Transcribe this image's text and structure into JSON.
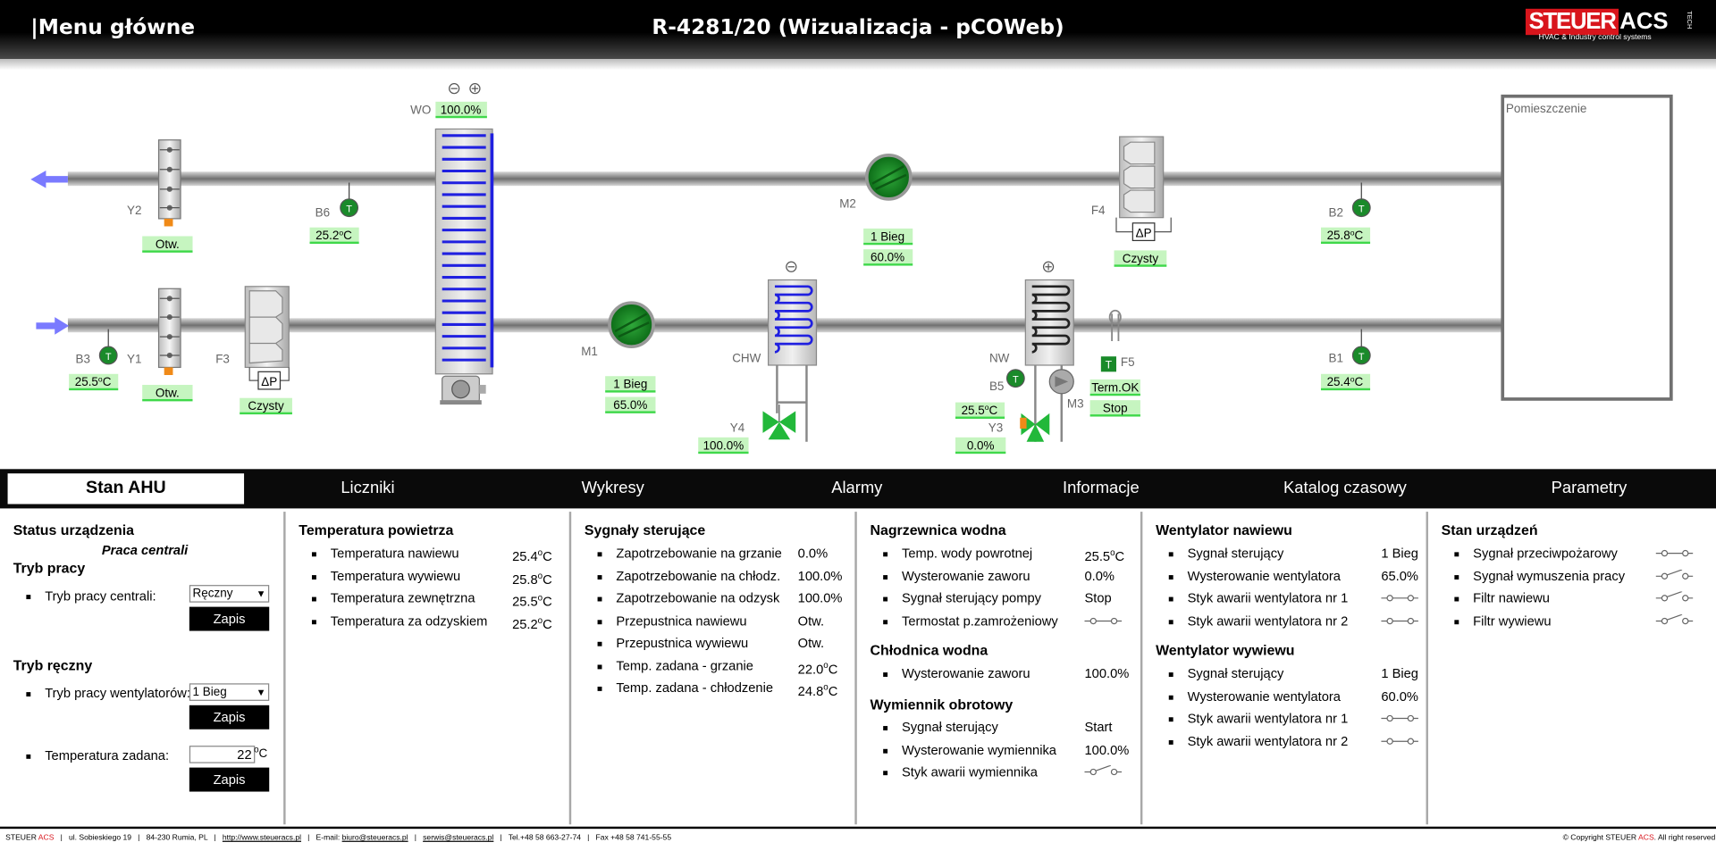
{
  "header": {
    "menu": "Menu główne",
    "title": "R-4281/20 (Wizualizacja - pCOWeb)",
    "logo_a": "STEUER",
    "logo_b": "ACS",
    "logo_sub": "HVAC & Industry   control systems",
    "logo_v": "TECH"
  },
  "diagram": {
    "room_label": "Pomieszczenie",
    "labels": {
      "wo": "WO",
      "y2": "Y2",
      "b6": "B6",
      "m2": "M2",
      "f4": "F4",
      "b2": "B2",
      "b3": "B3",
      "y1": "Y1",
      "f3": "F3",
      "m1": "M1",
      "chw": "CHW",
      "y4": "Y4",
      "nw": "NW",
      "b5": "B5",
      "y3": "Y3",
      "m3": "M3",
      "f5": "F5",
      "b1": "B1",
      "dp": "ΔP",
      "t": "T"
    },
    "values": {
      "wo": "100.0%",
      "y2": "Otw.",
      "b6": "25.2",
      "m2_speed": "1 Bieg",
      "m2_pct": "60.0%",
      "f4": "Czysty",
      "b2": "25.8",
      "b3": "25.5",
      "y1": "Otw.",
      "f3": "Czysty",
      "m1_speed": "1 Bieg",
      "m1_pct": "65.0%",
      "y4": "100.0%",
      "b5": "25.5",
      "y3": "0.0%",
      "f5_term": "Term.OK",
      "m3": "Stop",
      "b1": "25.4"
    },
    "unit": "C",
    "deg": "o"
  },
  "tabs": [
    "Stan AHU",
    "Liczniki",
    "Wykresy",
    "Alarmy",
    "Informacje",
    "Katalog czasowy",
    "Parametry"
  ],
  "p1": {
    "status_h": "Status urządzenia",
    "status_v": "Praca centrali",
    "tryb_h": "Tryb pracy",
    "tryb_lbl": "Tryb pracy centrali:",
    "tryb_sel": "Ręczny",
    "zapis": "Zapis",
    "reczny_h": "Tryb ręczny",
    "went_lbl": "Tryb pracy wentylatorów:",
    "went_sel": "1 Bieg",
    "temp_lbl": "Temperatura zadana:",
    "temp_val": "22",
    "unit": "C"
  },
  "p2": {
    "h": "Temperatura powietrza",
    "rows": [
      {
        "l": "Temperatura nawiewu",
        "v": "25.4"
      },
      {
        "l": "Temperatura wywiewu",
        "v": "25.8"
      },
      {
        "l": "Temperatura zewnętrzna",
        "v": "25.5"
      },
      {
        "l": "Temperatura za odzyskiem",
        "v": "25.2"
      }
    ]
  },
  "p3": {
    "h": "Sygnały sterujące",
    "rows": [
      {
        "l": "Zapotrzebowanie na grzanie",
        "v": "0.0%"
      },
      {
        "l": "Zapotrzebowanie na chłodz.",
        "v": "100.0%"
      },
      {
        "l": "Zapotrzebowanie na odzysk",
        "v": "100.0%"
      },
      {
        "l": "Przepustnica nawiewu",
        "v": "Otw."
      },
      {
        "l": "Przepustnica wywiewu",
        "v": "Otw."
      },
      {
        "l": "Temp. zadana - grzanie",
        "v": "22.0"
      },
      {
        "l": "Temp. zadana - chłodzenie",
        "v": "24.8"
      }
    ]
  },
  "p4": {
    "h1": "Nagrzewnica wodna",
    "r1": [
      {
        "l": "Temp. wody powrotnej",
        "v": "25.5"
      },
      {
        "l": "Wysterowanie zaworu",
        "v": "0.0%"
      },
      {
        "l": "Sygnał sterujący pompy",
        "v": "Stop"
      },
      {
        "l": "Termostat p.zamrożeniowy",
        "v": ""
      }
    ],
    "h2": "Chłodnica wodna",
    "r2": [
      {
        "l": "Wysterowanie zaworu",
        "v": "100.0%"
      }
    ],
    "h3": "Wymiennik obrotowy",
    "r3": [
      {
        "l": "Sygnał sterujący",
        "v": "Start"
      },
      {
        "l": "Wysterowanie wymiennika",
        "v": "100.0%"
      },
      {
        "l": "Styk awarii wymiennika",
        "v": ""
      }
    ]
  },
  "p5": {
    "h1": "Wentylator nawiewu",
    "r1": [
      {
        "l": "Sygnał sterujący",
        "v": "1 Bieg"
      },
      {
        "l": "Wysterowanie wentylatora",
        "v": "65.0%"
      },
      {
        "l": "Styk awarii wentylatora nr 1",
        "v": ""
      },
      {
        "l": "Styk awarii wentylatora nr 2",
        "v": ""
      }
    ],
    "h2": "Wentylator wywiewu",
    "r2": [
      {
        "l": "Sygnał sterujący",
        "v": "1 Bieg"
      },
      {
        "l": "Wysterowanie wentylatora",
        "v": "60.0%"
      },
      {
        "l": "Styk awarii wentylatora nr 1",
        "v": ""
      },
      {
        "l": "Styk awarii wentylatora nr 2",
        "v": ""
      }
    ]
  },
  "p6": {
    "h": "Stan urządzeń",
    "rows": [
      {
        "l": "Sygnał przeciwpożarowy"
      },
      {
        "l": "Sygnał wymuszenia pracy"
      },
      {
        "l": "Filtr nawiewu"
      },
      {
        "l": "Filtr wywiewu"
      }
    ]
  },
  "footer": {
    "brand_a": "STEUER ",
    "brand_b": "ACS",
    "addr": "ul. Sobieskiego 19",
    "city": "84-230 Rumia, PL",
    "www": "http://www.steueracs.pl",
    "email_lbl": "E-mail: ",
    "email": "biuro@steueracs.pl",
    "serwis": "serwis@steueracs.pl",
    "tel": "Tel.+48 58 663-27-74",
    "fax": "Fax +48 58 741-55-55",
    "copy_a": "© Copyright STEUER ",
    "copy_b": "ACS",
    "copy_c": ". All right reserved."
  },
  "colors": {
    "green": "#1a8a2a",
    "valbg": "#c6f5c0",
    "coil_blue": "#2020e0",
    "arrow_blue": "#7a7aff",
    "arrow_red": "#ff8a8a"
  }
}
